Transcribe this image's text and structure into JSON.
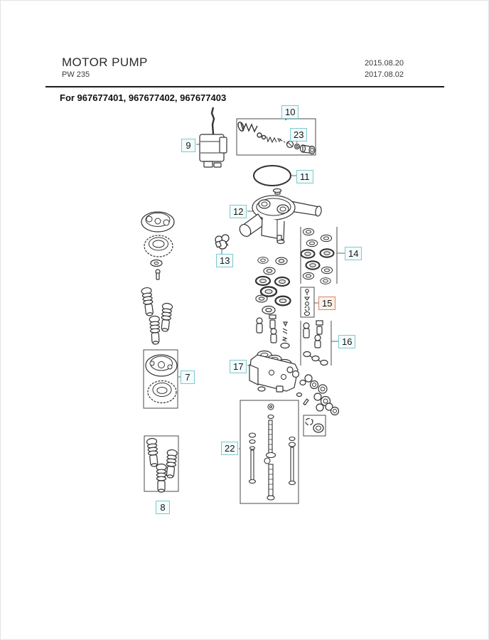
{
  "page": {
    "title": "MOTOR PUMP",
    "model": "PW 235",
    "revision_dates": [
      "2015.08.20",
      "2017.08.02"
    ],
    "applies_to": "For 967677401, 967677402, 967677403"
  },
  "diagram": {
    "type": "exploded-parts-diagram",
    "callout_border_color": "#7fc9cd",
    "callout_background": "#f3fbfc",
    "highlight_border_color": "#d28a64",
    "highlight_background": "#fbf2ea",
    "line_color": "#333333",
    "callouts": [
      {
        "label": "7",
        "highlighted": false
      },
      {
        "label": "8",
        "highlighted": false
      },
      {
        "label": "9",
        "highlighted": false
      },
      {
        "label": "10",
        "highlighted": false
      },
      {
        "label": "11",
        "highlighted": false
      },
      {
        "label": "12",
        "highlighted": false
      },
      {
        "label": "13",
        "highlighted": false
      },
      {
        "label": "14",
        "highlighted": false
      },
      {
        "label": "15",
        "highlighted": true
      },
      {
        "label": "16",
        "highlighted": false
      },
      {
        "label": "17",
        "highlighted": false
      },
      {
        "label": "22",
        "highlighted": false
      },
      {
        "label": "23",
        "highlighted": false
      }
    ]
  }
}
